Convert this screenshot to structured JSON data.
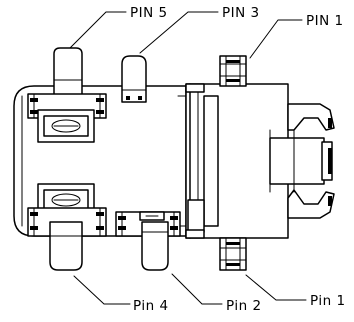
{
  "labels": {
    "pin5_top": "PIN 5",
    "pin3_top": "PIN 3",
    "pin1_top": "PIN 1",
    "pin4_bottom": "Pin 4",
    "pin2_bottom": "Pin 2",
    "pin1_bottom": "Pin 1"
  }
}
